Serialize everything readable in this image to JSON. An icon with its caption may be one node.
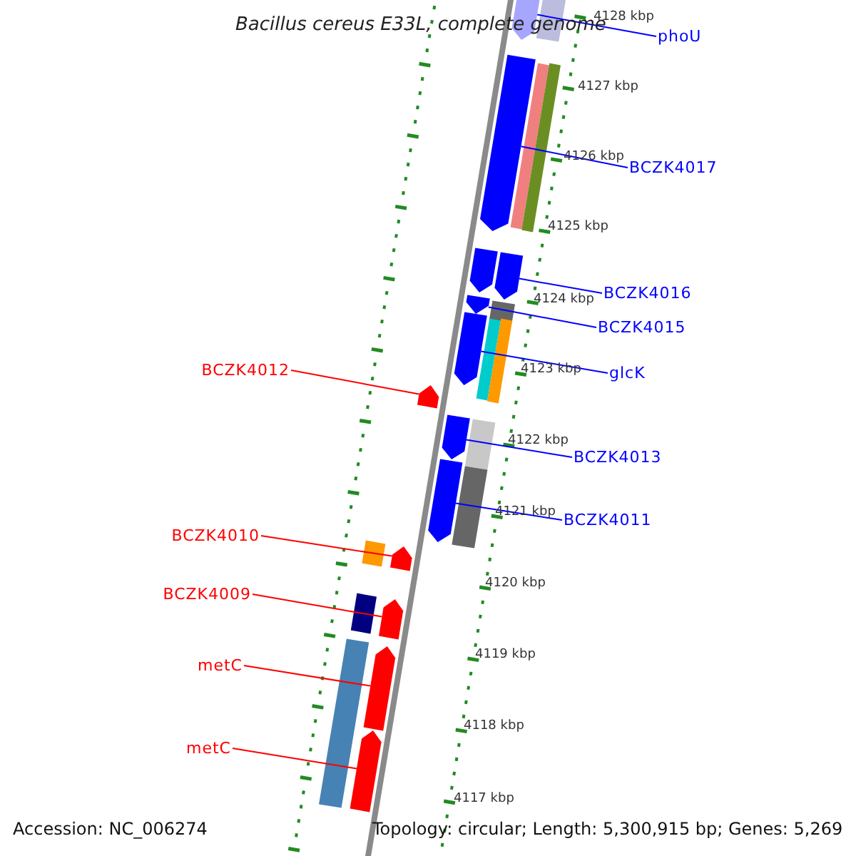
{
  "diagram": {
    "title": "Bacillus cereus E33L, complete genome",
    "nodes": [
      {
        "text": [
          "phoU"
        ]
      },
      {
        "text": [
          "BCZK4017"
        ]
      },
      {
        "text": [
          "BCZK4016"
        ]
      },
      {
        "text": [
          "BCZK4015"
        ]
      },
      {
        "text": [
          "glcK"
        ]
      },
      {
        "text": [
          "BCZK4013"
        ]
      },
      {
        "text": [
          "BCZK4011"
        ]
      },
      {
        "text": [
          "BCZK4012"
        ]
      },
      {
        "text": [
          "BCZK4010"
        ]
      },
      {
        "text": [
          "BCZK4009"
        ]
      },
      {
        "text": [
          "metC"
        ]
      },
      {
        "text": [
          "metC"
        ]
      },
      {
        "text": [],
        "shape": "pentagon"
      },
      {
        "text": [],
        "shape": "box"
      },
      {
        "text": [],
        "shape": "pentagon"
      },
      {
        "text": [],
        "shape": "box"
      },
      {
        "text": [],
        "shape": "box"
      },
      {
        "text": [],
        "shape": "pentagon"
      },
      {
        "text": [],
        "shape": "pentagon"
      },
      {
        "text": [],
        "shape": "pentagon"
      },
      {
        "text": [],
        "shape": "box"
      },
      {
        "text": [],
        "shape": "pentagon"
      },
      {
        "text": [],
        "shape": "box"
      },
      {
        "text": [],
        "shape": "box"
      },
      {
        "text": [],
        "shape": "pentagon"
      },
      {
        "text": [],
        "shape": "box"
      },
      {
        "text": [],
        "shape": "pentagon"
      },
      {
        "text": [],
        "shape": "box"
      },
      {
        "text": [],
        "shape": "pentagon"
      },
      {
        "text": [],
        "shape": "box"
      },
      {
        "text": [],
        "shape": "pentagon"
      },
      {
        "text": [],
        "shape": "box"
      },
      {
        "text": [],
        "shape": "pentagon"
      },
      {
        "text": [],
        "shape": "box"
      },
      {
        "text": [],
        "shape": "pentagon"
      },
      {
        "text": [],
        "shape": "pentagon"
      }
    ],
    "edges": [
      {
        "from": 0,
        "to": 12,
        "arrow": "none",
        "color": "#0000ff"
      },
      {
        "from": 1,
        "to": 14,
        "arrow": "none",
        "color": "#0000ff"
      },
      {
        "from": 2,
        "to": 18,
        "arrow": "none",
        "color": "#0000ff"
      },
      {
        "from": 3,
        "to": 19,
        "arrow": "none",
        "color": "#0000ff"
      },
      {
        "from": 4,
        "to": 21,
        "arrow": "none",
        "color": "#0000ff"
      },
      {
        "from": 5,
        "to": 24,
        "arrow": "none",
        "color": "#0000ff"
      },
      {
        "from": 6,
        "to": 26,
        "arrow": "none",
        "color": "#0000ff"
      },
      {
        "from": 7,
        "to": 28,
        "arrow": "none",
        "color": "#ff0000"
      },
      {
        "from": 8,
        "to": 30,
        "arrow": "none",
        "color": "#ff0000"
      },
      {
        "from": 9,
        "to": 32,
        "arrow": "none",
        "color": "#ff0000"
      },
      {
        "from": 10,
        "to": 34,
        "arrow": "none",
        "color": "#ff0000"
      },
      {
        "from": 11,
        "to": 35,
        "arrow": "none",
        "color": "#ff0000"
      }
    ],
    "labels": [
      "4128 kbp",
      "4127 kbp",
      "4126 kbp",
      "4125 kbp",
      "4124 kbp",
      "4123 kbp",
      "4122 kbp",
      "4121 kbp",
      "4120 kbp",
      "4119 kbp",
      "4118 kbp",
      "4117 kbp",
      "Accession: NC_006274",
      "Topology: circular; Length: 5,300,915 bp; Genes: 5,269"
    ]
  }
}
